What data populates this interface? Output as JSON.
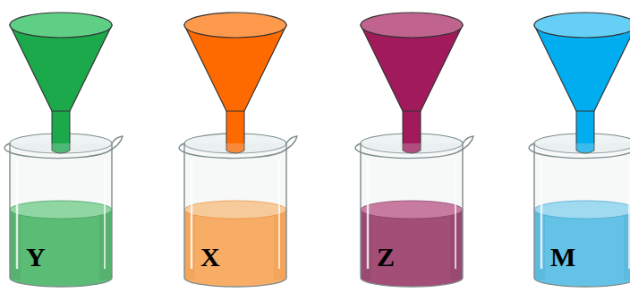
{
  "diagram": {
    "labels": [
      "Y",
      "X",
      "Z",
      "M"
    ]
  }
}
